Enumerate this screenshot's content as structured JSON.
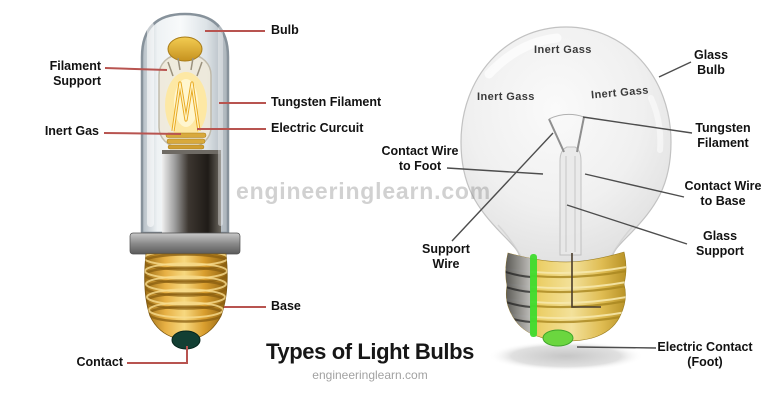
{
  "page": {
    "title": "Types of Light Bulbs",
    "subtitle": "engineeringlearn.com",
    "watermark": "engineeringlearn.com"
  },
  "colors": {
    "left_leader_line": "#b85450",
    "right_leader_line": "#4d4d4d",
    "title_text": "#161616",
    "subtitle_text": "#a2a2a2",
    "brass_base": "#e0a83f",
    "green_stripe": "#3fdb2e",
    "green_foot": "#6bd63f",
    "contact_tip": "#123f33"
  },
  "left_diagram": {
    "labels": {
      "bulb": "Bulb",
      "filament_support": "Filament Support",
      "tungsten_filament": "Tungsten Filament",
      "inert_gas": "Inert Gas",
      "electric_circuit": "Electric Curcuit",
      "base": "Base",
      "contact": "Contact"
    }
  },
  "right_diagram": {
    "labels": {
      "inert_gass_top": "Inert Gass",
      "inert_gass_left": "Inert Gass",
      "inert_gass_right": "Inert Gass",
      "glass_bulb": "Glass\nBulb",
      "tungsten_filament": "Tungsten\nFilament",
      "contact_wire_to_base": "Contact Wire\nto Base",
      "glass_support": "Glass\nSupport",
      "contact_wire_to_foot": "Contact Wire\nto Foot",
      "support_wire": "Support\nWire",
      "electric_contact_foot": "Electric Contact\n(Foot)"
    }
  }
}
